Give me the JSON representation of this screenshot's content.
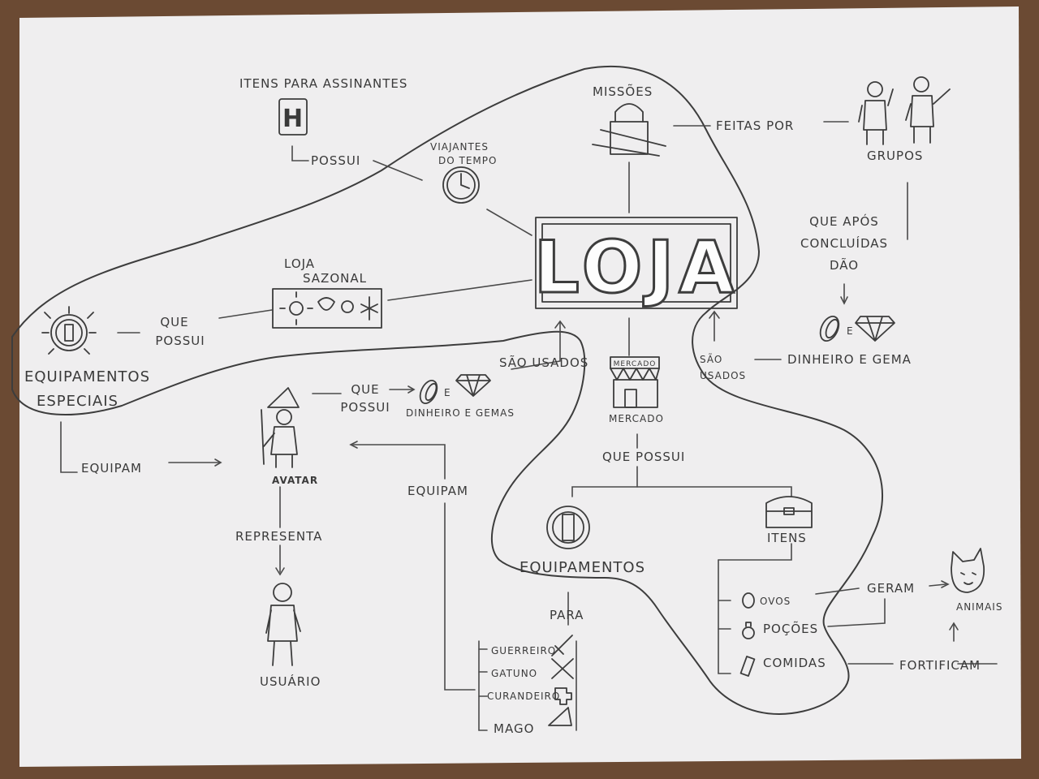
{
  "colors": {
    "paper": "#efeeee",
    "ink": "#3d3d3d",
    "desk": "#6b4a33"
  },
  "nodes": {
    "loja": "LOJA",
    "itens_assinantes": "ITENS PARA ASSINANTES",
    "h_icon_letter": "H",
    "possui_top": "POSSUI",
    "viajantes": [
      "VIAJANTES",
      "DO TEMPO"
    ],
    "missoes": "MISSÕES",
    "feitas_por": "FEITAS POR",
    "grupos": "GRUPOS",
    "que_apos": [
      "QUE APÓS",
      "CONCLUÍDAS",
      "DÃO"
    ],
    "dinheiro_gema_right": "DINHEIRO E GEMA",
    "e_right": "E",
    "sao_usados_right": [
      "SÃO",
      "USADOS"
    ],
    "loja_sazonal": [
      "LOJA",
      "SAZONAL"
    ],
    "que_possui_left": [
      "QUE",
      "POSSUI"
    ],
    "equip_especiais": [
      "EQUIPAMENTOS",
      "ESPECIAIS"
    ],
    "sao_usados_mid": "SÃO USADOS",
    "que_possui_avatar": [
      "QUE",
      "POSSUI"
    ],
    "e_mid": "E",
    "dinheiro_gemas_mid": "DINHEIRO E GEMAS",
    "mercado_sign": "MERCADO",
    "mercado": "MERCADO",
    "que_possui_mercado": "QUE POSSUI",
    "equipam_left": "EQUIPAM",
    "avatar": "AVATAR",
    "representa": "REPRESENTA",
    "usuario": "USUÁRIO",
    "equipam_mid": "EQUIPAM",
    "equipamentos": "EQUIPAMENTOS",
    "para": "PARA",
    "classes": [
      "GUERREIRO",
      "GATUNO",
      "CURANDEIRO",
      "MAGO"
    ],
    "itens": "ITENS",
    "item_types": [
      "OVOS",
      "POÇÕES",
      "COMIDAS"
    ],
    "geram": "GERAM",
    "animais": "ANIMAIS",
    "fortificam": "FORTIFICAM"
  },
  "icons": [
    "shield-icon",
    "sun-icon",
    "padlock-icon",
    "clock-icon",
    "market-stall-icon",
    "wizard-avatar-icon",
    "person-icon",
    "coin-icon",
    "gem-icon",
    "chest-icon",
    "cat-icon",
    "egg-icon",
    "potion-icon",
    "food-icon",
    "sword-icon",
    "crossed-daggers-icon",
    "cross-icon",
    "wizard-hat-icon",
    "warriors-icon"
  ]
}
